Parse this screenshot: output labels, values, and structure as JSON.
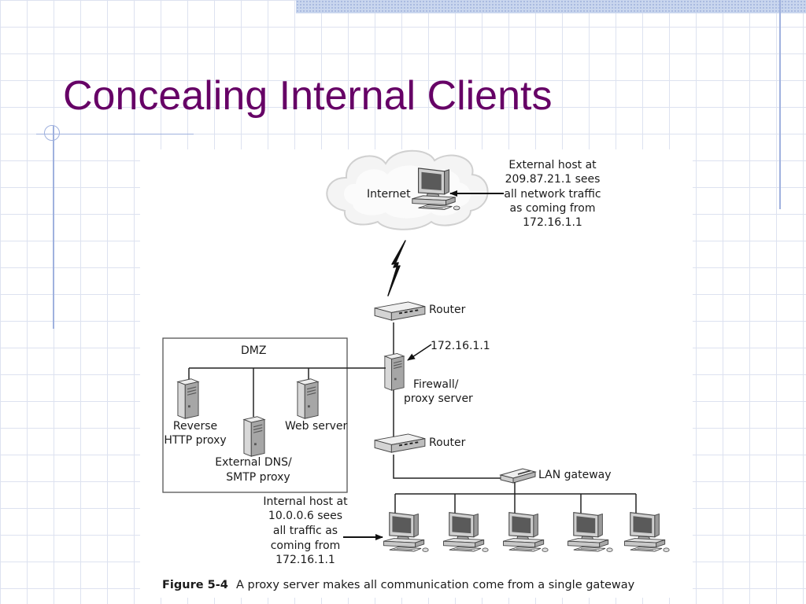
{
  "slide": {
    "title": "Concealing Internal Clients"
  },
  "diagram": {
    "internet_label": "Internet",
    "external_note": [
      "External host at",
      "209.87.21.1 sees",
      "all network traffic",
      "as coming from",
      "172.16.1.1"
    ],
    "router_top_label": "Router",
    "firewall_ip": "172.16.1.1",
    "firewall_label": [
      "Firewall/",
      "proxy server"
    ],
    "dmz_label": "DMZ",
    "reverse_proxy_label": [
      "Reverse",
      "HTTP proxy"
    ],
    "dns_proxy_label": [
      "External DNS/",
      "SMTP proxy"
    ],
    "web_server_label": "Web server",
    "router_bottom_label": "Router",
    "lan_gateway_label": "LAN gateway",
    "internal_note": [
      "Internal host at",
      "10.0.0.6 sees",
      "all traffic as",
      "coming from",
      "172.16.1.1"
    ],
    "caption_bold": "Figure 5-4",
    "caption_text": "A proxy server makes all communication come from a single gateway",
    "icons": [
      "cloud-icon",
      "computer-icon",
      "lightning-icon",
      "router-icon",
      "server-icon",
      "gateway-icon",
      "arrow-icon"
    ]
  }
}
